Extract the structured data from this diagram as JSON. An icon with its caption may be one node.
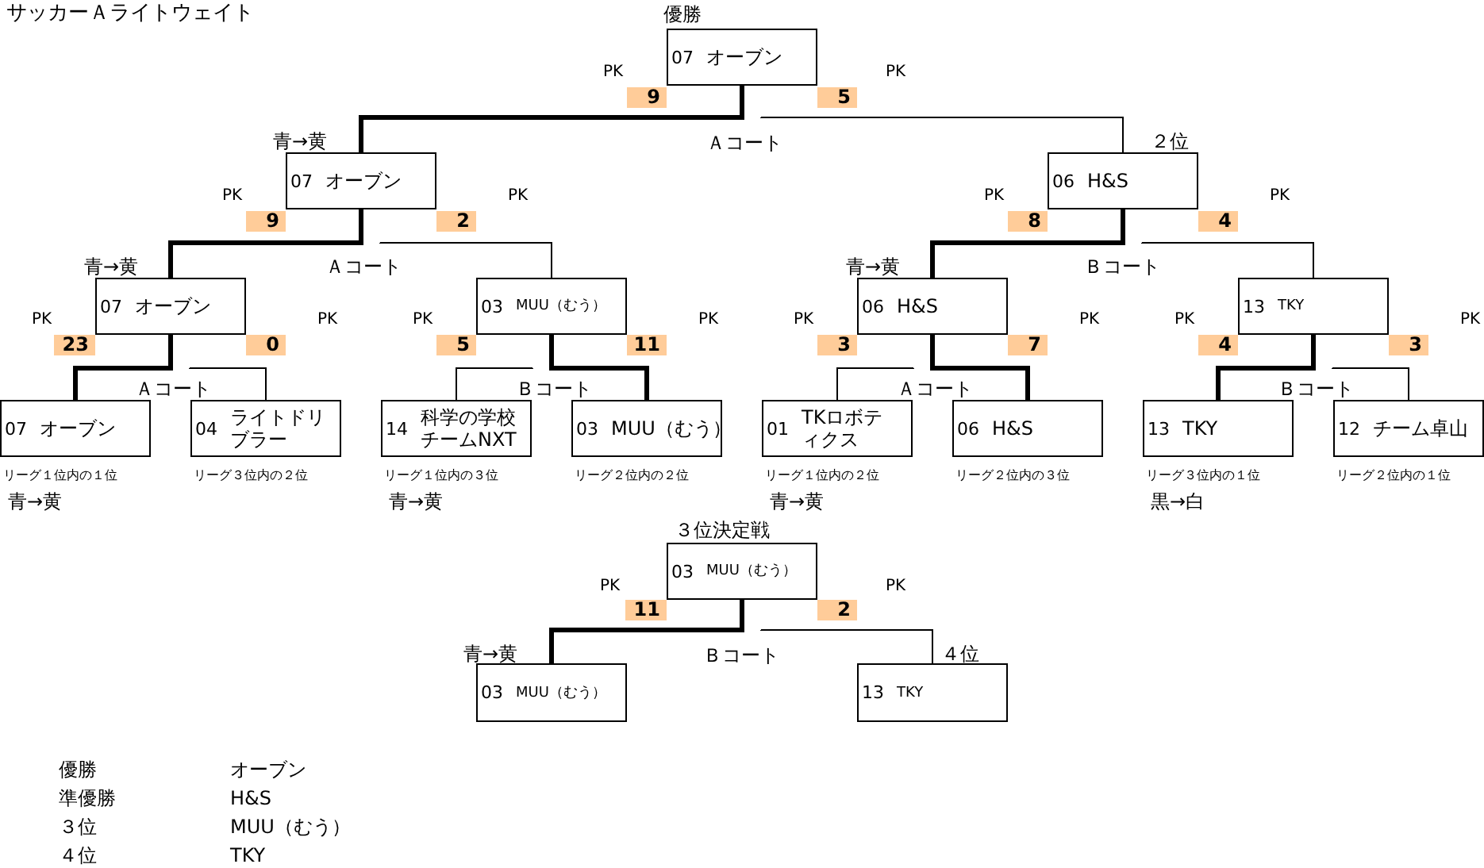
{
  "diagram": {
    "title": "サッカーＡライトウェイト",
    "nodes": [
      {
        "text": [
          "07",
          "オーブン"
        ],
        "beside": [
          "優勝"
        ]
      },
      {
        "text": [
          "07",
          "オーブン"
        ],
        "beside": [
          "青→黄"
        ]
      },
      {
        "text": [
          "06",
          "H&S"
        ],
        "beside": [
          "２位"
        ]
      },
      {
        "text": [
          "07",
          "オーブン"
        ],
        "beside": [
          "青→黄"
        ]
      },
      {
        "text": [
          "03",
          "MUU（むう）"
        ]
      },
      {
        "text": [
          "06",
          "H&S"
        ],
        "beside": [
          "青→黄"
        ]
      },
      {
        "text": [
          "13",
          "TKY"
        ]
      },
      {
        "text": [
          "07",
          "オーブン"
        ],
        "beside": [
          "リーグ１位内の１位",
          "青→黄"
        ]
      },
      {
        "text": [
          "04",
          "ライトドリブラー"
        ],
        "beside": [
          "リーグ３位内の２位"
        ]
      },
      {
        "text": [
          "14",
          "科学の学校チームNXT"
        ],
        "beside": [
          "リーグ１位内の３位",
          "青→黄"
        ]
      },
      {
        "text": [
          "03",
          "MUU（むう）"
        ],
        "beside": [
          "リーグ２位内の２位"
        ]
      },
      {
        "text": [
          "01",
          "TKロボティクス"
        ],
        "beside": [
          "リーグ１位内の２位",
          "青→黄"
        ]
      },
      {
        "text": [
          "06",
          "H&S"
        ],
        "beside": [
          "リーグ２位内の３位"
        ]
      },
      {
        "text": [
          "13",
          "TKY"
        ],
        "beside": [
          "リーグ３位内の１位",
          "黒→白"
        ]
      },
      {
        "text": [
          "12",
          "チーム卓山"
        ],
        "beside": [
          "リーグ２位内の１位"
        ]
      },
      {
        "text": [
          "03",
          "MUU（むう）"
        ],
        "beside": [
          "３位決定戦"
        ]
      },
      {
        "text": [
          "03",
          "MUU（むう）"
        ],
        "beside": [
          "青→黄"
        ]
      },
      {
        "text": [
          "13",
          "TKY"
        ],
        "beside": [
          "４位"
        ]
      }
    ],
    "edges": [
      {
        "from": 1,
        "to": 0,
        "arrow": "none",
        "style": "thick"
      },
      {
        "from": 2,
        "to": 0,
        "arrow": "none"
      },
      {
        "from": 3,
        "to": 1,
        "arrow": "none",
        "style": "thick"
      },
      {
        "from": 4,
        "to": 1,
        "arrow": "none"
      },
      {
        "from": 5,
        "to": 2,
        "arrow": "none",
        "style": "thick"
      },
      {
        "from": 6,
        "to": 2,
        "arrow": "none"
      },
      {
        "from": 7,
        "to": 3,
        "arrow": "none",
        "style": "thick"
      },
      {
        "from": 8,
        "to": 3,
        "arrow": "none"
      },
      {
        "from": 9,
        "to": 4,
        "arrow": "none"
      },
      {
        "from": 10,
        "to": 4,
        "arrow": "none",
        "style": "thick"
      },
      {
        "from": 11,
        "to": 5,
        "arrow": "none"
      },
      {
        "from": 12,
        "to": 5,
        "arrow": "none",
        "style": "thick"
      },
      {
        "from": 13,
        "to": 6,
        "arrow": "none",
        "style": "thick"
      },
      {
        "from": 14,
        "to": 6,
        "arrow": "none"
      },
      {
        "from": 16,
        "to": 15,
        "arrow": "none",
        "style": "thick"
      },
      {
        "from": 17,
        "to": 15,
        "arrow": "none"
      }
    ],
    "labels": [
      "PK",
      "9",
      "PK",
      "5",
      "Ａコート",
      "PK",
      "9",
      "PK",
      "2",
      "PK",
      "8",
      "PK",
      "4",
      "Ａコート",
      "Ｂコート",
      "PK",
      "23",
      "PK",
      "0",
      "PK",
      "5",
      "PK",
      "11",
      "PK",
      "3",
      "PK",
      "7",
      "PK",
      "4",
      "PK",
      "3",
      "Ａコート",
      "Ｂコート",
      "Ａコート",
      "Ｂコート",
      "PK",
      "11",
      "PK",
      "2",
      "Ｂコート",
      "優勝",
      "オーブン",
      "準優勝",
      "H&S",
      "３位",
      "MUU（むう）",
      "４位",
      "TKY"
    ]
  }
}
